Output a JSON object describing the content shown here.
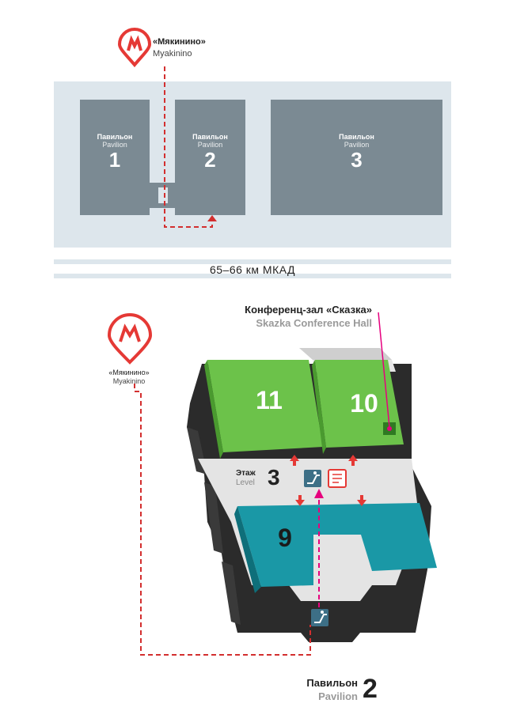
{
  "colors": {
    "metro_red": "#e53935",
    "route_red": "#d32f2f",
    "pavilion_gray": "#7b8a93",
    "site_bg": "#dde6ec",
    "green": "#6cc24a",
    "teal": "#1a98a6",
    "pink": "#e6007e",
    "building_dark": "#2b2b2b"
  },
  "site_map": {
    "metro_station_ru": "«Мякинино»",
    "metro_station_en": "Myakinino",
    "metro_icon": "metro-m-icon",
    "pavilions": [
      {
        "label_ru": "Павильон",
        "label_en": "Pavilion",
        "number": "1"
      },
      {
        "label_ru": "Павильон",
        "label_en": "Pavilion",
        "number": "2"
      },
      {
        "label_ru": "Павильон",
        "label_en": "Pavilion",
        "number": "3"
      }
    ],
    "road_label": "65–66 км МКАД"
  },
  "building_map": {
    "metro_station_ru": "«Мякинино»",
    "metro_station_en": "Myakinino",
    "metro_icon": "metro-m-icon",
    "conference_ru": "Конференц-зал «Сказка»",
    "conference_en": "Skazka Conference Hall",
    "halls": [
      "11",
      "10",
      "9"
    ],
    "level_ru": "Этаж",
    "level_en": "Level",
    "level_number": "3",
    "icons": [
      "escalator-icon",
      "registration-icon"
    ],
    "pavilion_ru": "Павильон",
    "pavilion_en": "Pavilion",
    "pavilion_number": "2"
  }
}
